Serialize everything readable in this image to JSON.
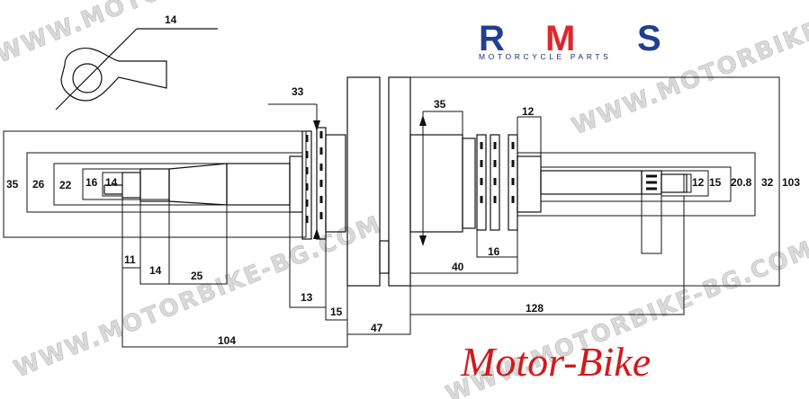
{
  "logo": {
    "letters": [
      "R",
      "M",
      "S"
    ],
    "tagline": "MOTORCYCLE PARTS",
    "colors": {
      "blue": "#1f3f8f",
      "red": "#e0262c"
    }
  },
  "brand_text": "Motor-Bike",
  "watermark": "WWW.MOTORBIKE-BG.COM",
  "dimensions": {
    "conrod_small_end": "14",
    "d35_left": "35",
    "d26": "26",
    "d22": "22",
    "d16_left": "16",
    "d14_left": "14",
    "l11": "11",
    "l14": "14",
    "l25": "25",
    "l33": "33",
    "l13": "13",
    "l15": "15",
    "l104": "104",
    "l47": "47",
    "l35_right": "35",
    "l12_top": "12",
    "l16_right": "16",
    "l40": "40",
    "l128": "128",
    "d12_right": "12",
    "d15_right": "15",
    "d20_8": "20.8",
    "d32": "32",
    "d103": "103"
  },
  "colors": {
    "line": "#111111",
    "brand_red": "#d11a1a",
    "watermark": "#d9d9d9"
  }
}
